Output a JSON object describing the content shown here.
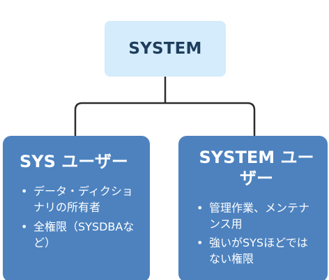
{
  "colors": {
    "root_fill": "#d4ecfb",
    "root_text": "#1f3d5c",
    "child_fill": "#4d82bf",
    "child_text": "#ffffff",
    "connector": "#2b2b2b"
  },
  "root": {
    "label": "SYSTEM"
  },
  "children": [
    {
      "title": "SYS ユーザー",
      "bullets": [
        "データ・ディクショナリの所有者",
        "全権限（SYSDBAなど）"
      ]
    },
    {
      "title": "SYSTEM ユーザー",
      "bullets": [
        "管理作業、メンテナンス用",
        "強いがSYSほどではない権限"
      ]
    }
  ]
}
